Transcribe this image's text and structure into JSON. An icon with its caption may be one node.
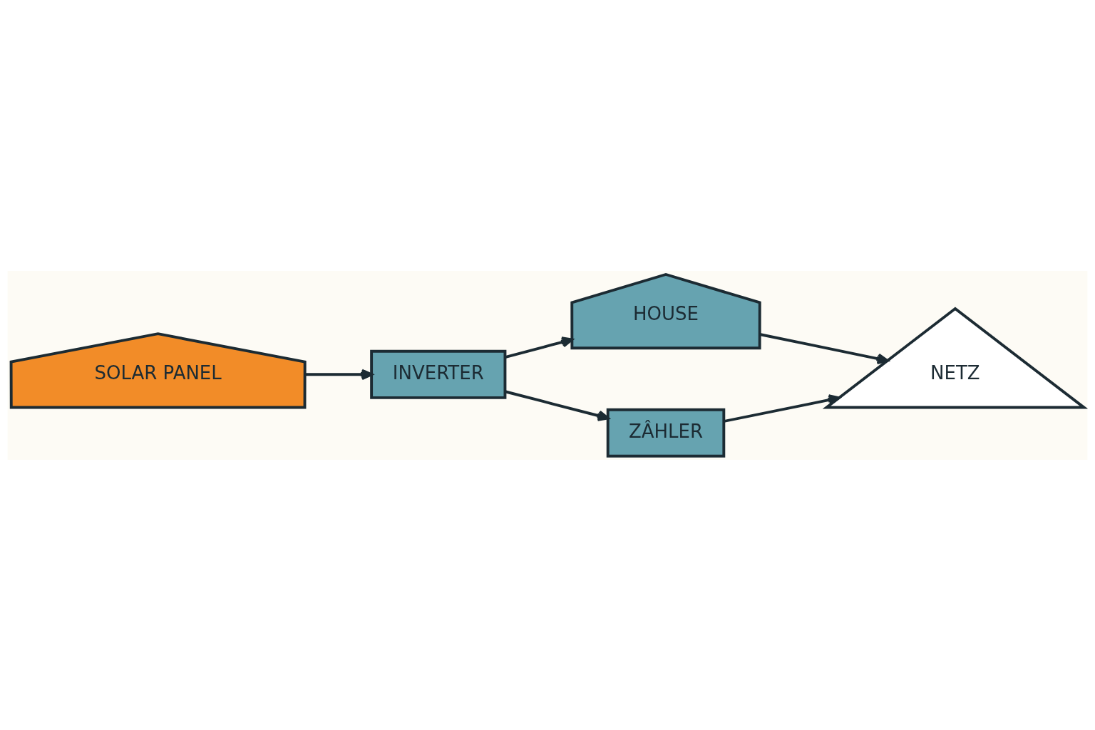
{
  "diagram": {
    "nodes": [
      {
        "text": [
          "SOLAR PANEL"
        ]
      },
      {
        "text": [
          "INVERTER"
        ]
      },
      {
        "text": [
          "HOUSE"
        ]
      },
      {
        "text": [
          "NETZ"
        ]
      },
      {
        "text": [
          "ZÂHLER"
        ]
      }
    ],
    "edges": [
      {
        "from": 0,
        "to": 1,
        "arrow": "to"
      },
      {
        "from": 1,
        "to": 2,
        "arrow": "to"
      },
      {
        "from": 2,
        "to": 3,
        "arrow": "to"
      },
      {
        "from": 1,
        "to": 4,
        "arrow": "to"
      },
      {
        "from": 4,
        "to": 3,
        "arrow": "to"
      }
    ]
  }
}
